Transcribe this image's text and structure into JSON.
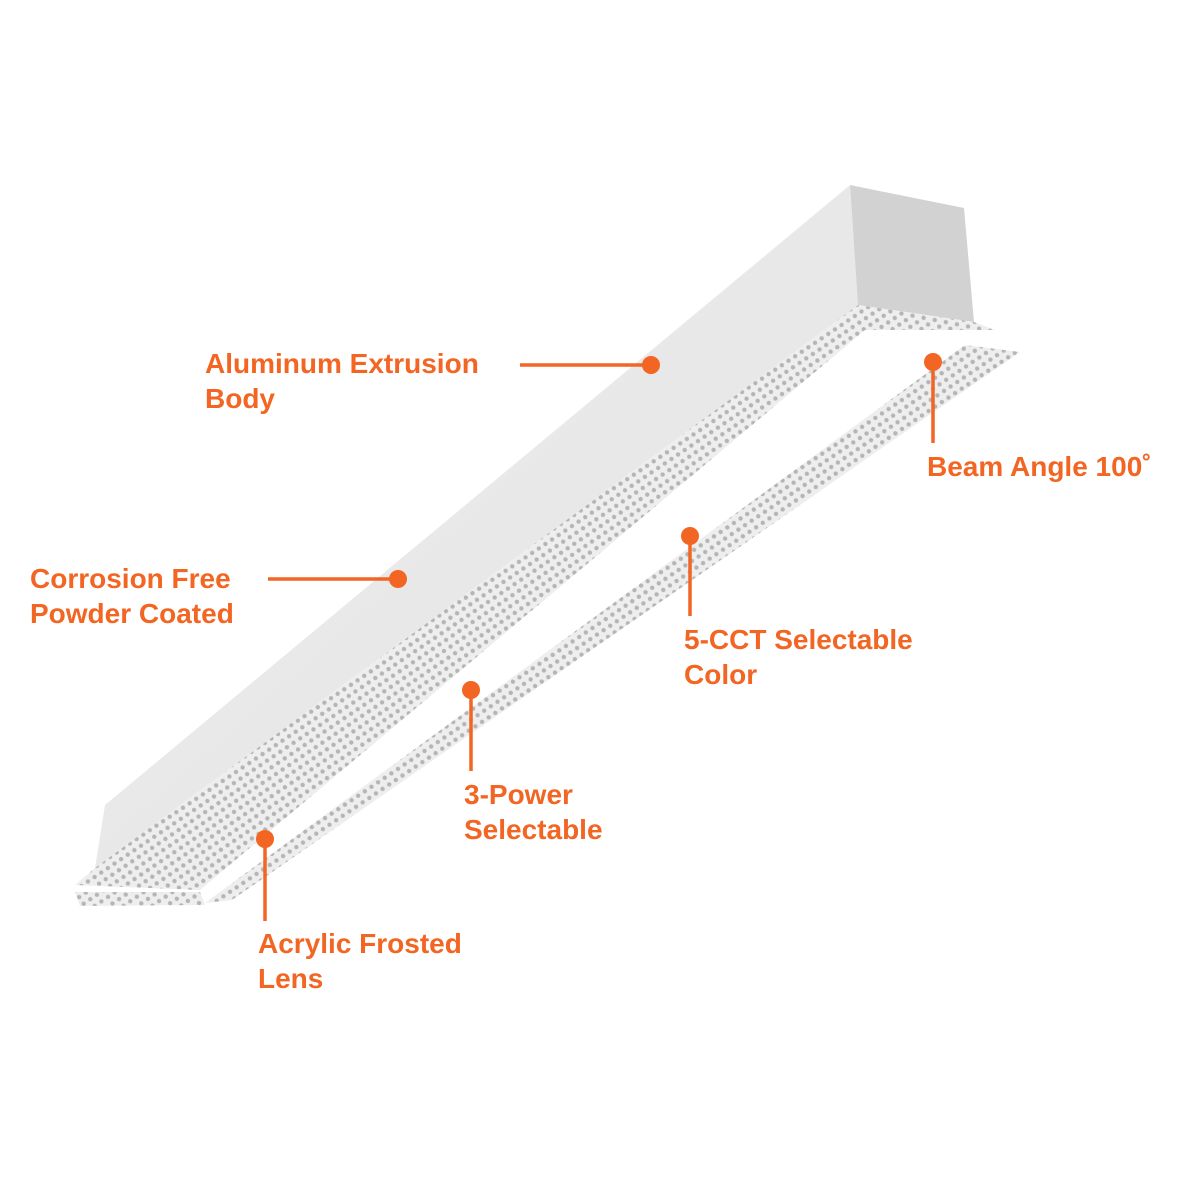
{
  "colors": {
    "accent": "#F26522",
    "body": "#e8e8e8",
    "end_face": "#d2d2d2"
  },
  "callouts": [
    {
      "id": "aluminum",
      "lines": [
        "Aluminum Extrusion",
        "Body"
      ]
    },
    {
      "id": "corrosion",
      "lines": [
        "Corrosion Free",
        "Powder Coated"
      ]
    },
    {
      "id": "beam",
      "lines": [
        "Beam Angle 100˚"
      ]
    },
    {
      "id": "cct",
      "lines": [
        "5-CCT Selectable",
        "Color"
      ]
    },
    {
      "id": "power",
      "lines": [
        "3-Power",
        "Selectable"
      ]
    },
    {
      "id": "lens",
      "lines": [
        "Acrylic Frosted",
        "Lens"
      ]
    }
  ]
}
